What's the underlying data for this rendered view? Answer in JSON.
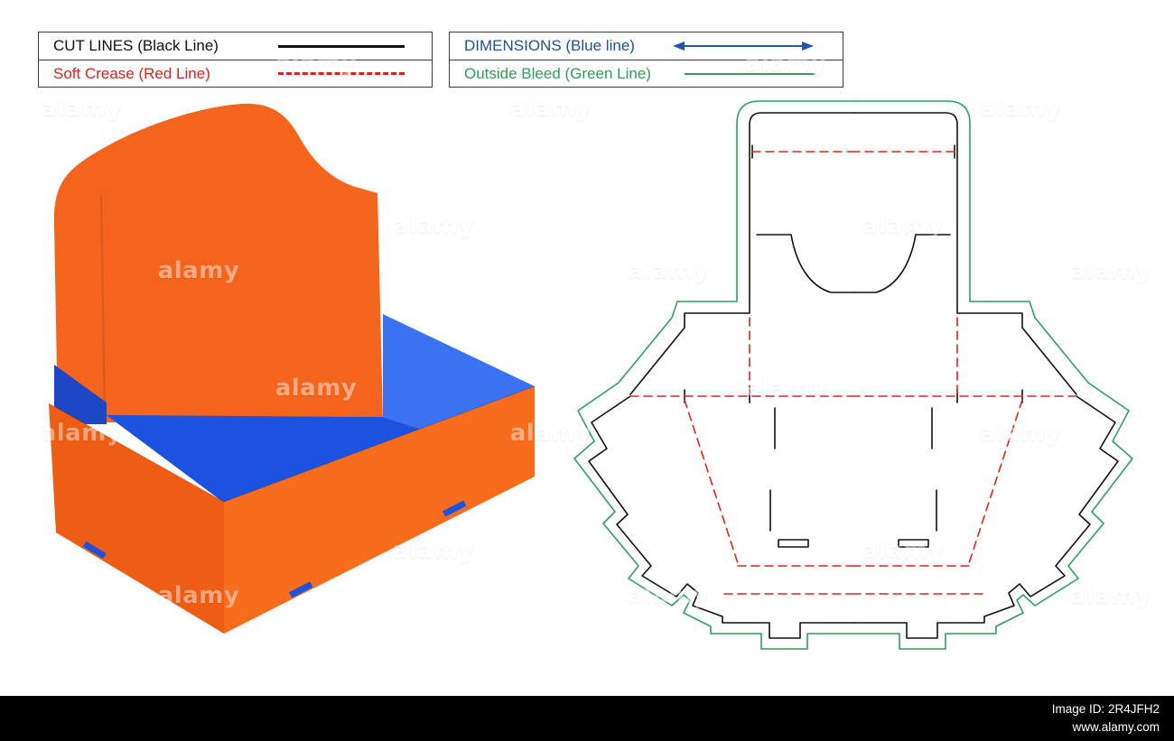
{
  "legend_left": {
    "rows": [
      {
        "label": "CUT LINES (Black Line)",
        "sample": "solid-black-line"
      },
      {
        "label": "Soft Crease (Red Line)",
        "sample": "dashed-red-line"
      }
    ]
  },
  "legend_right": {
    "rows": [
      {
        "label": "DIMENSIONS (Blue line)",
        "sample": "blue-double-arrow"
      },
      {
        "label": "Outside Bleed (Green Line)",
        "sample": "solid-green-line"
      }
    ]
  },
  "colors": {
    "cut_line": "#111111",
    "soft_crease": "#e0241c",
    "dimension": "#1d4f9e",
    "outside_bleed": "#2fa05c",
    "box_outer_orange": "#f5641d",
    "box_inner_blue": "#1b52e0"
  },
  "watermark": {
    "text": "alamy"
  },
  "footer": {
    "image_id": "Image ID: 2R4JFH2",
    "website": "www.alamy.com"
  }
}
